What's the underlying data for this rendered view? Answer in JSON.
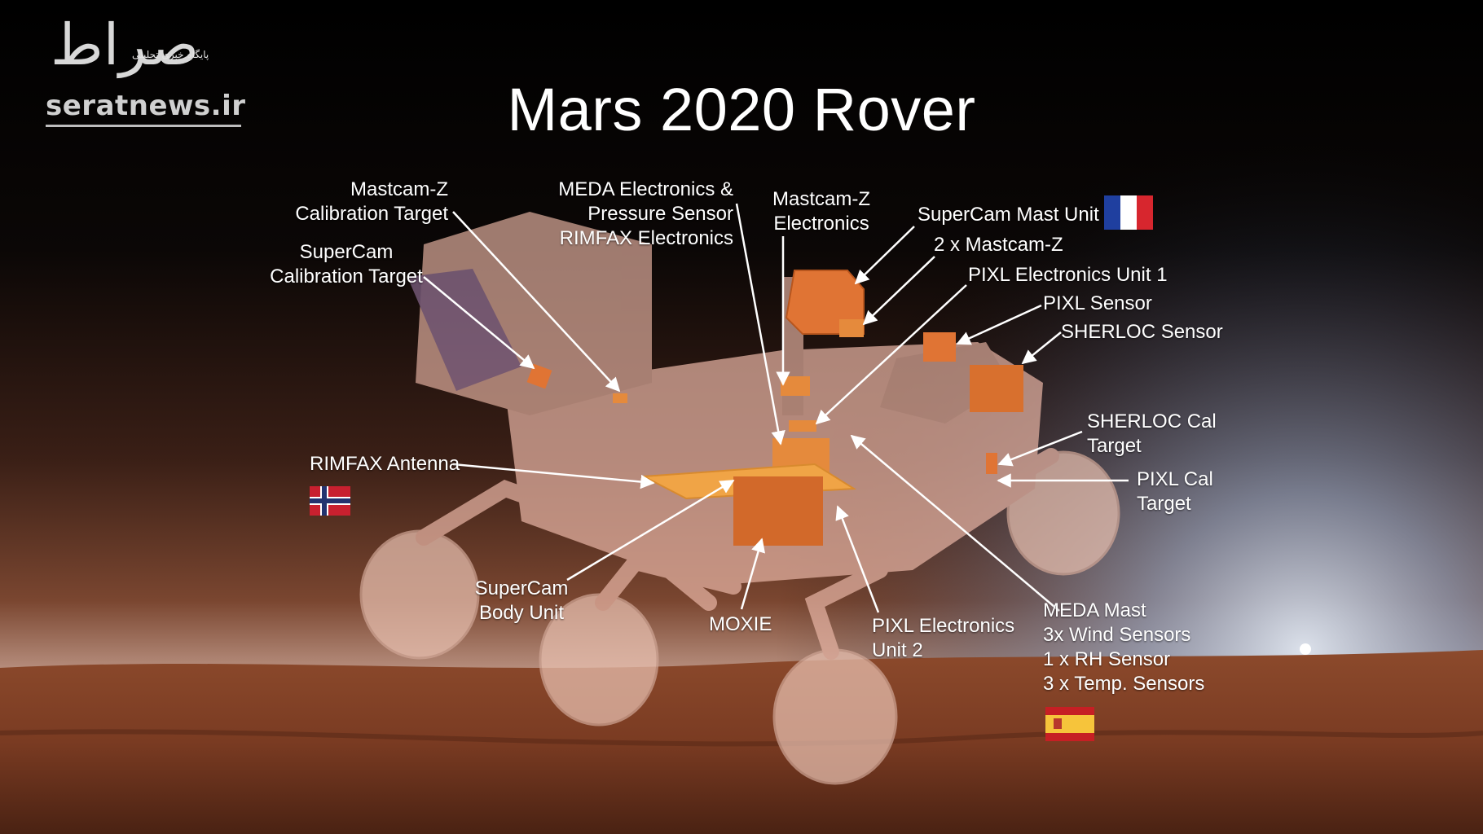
{
  "title": "Mars 2020 Rover",
  "watermark": {
    "glyph": "صراط",
    "subtitle": "پایگاه خبری تحلیلی",
    "site": "seratnews.ir"
  },
  "labels": {
    "mastcam_z_cal_target": [
      "Mastcam-Z",
      "Calibration Target"
    ],
    "supercam_cal_target": [
      "SuperCam",
      "Calibration Target"
    ],
    "meda_electronics": [
      "MEDA Electronics &",
      "Pressure Sensor",
      "RIMFAX Electronics"
    ],
    "mastcam_z_electronics": [
      "Mastcam-Z",
      "Electronics"
    ],
    "supercam_mast_unit": "SuperCam Mast Unit",
    "mastcam_z_2x": "2 x Mastcam-Z",
    "pixl_electronics_unit_1": "PIXL Electronics Unit 1",
    "pixl_sensor": "PIXL Sensor",
    "sherloc_sensor": "SHERLOC Sensor",
    "rimfax_antenna": "RIMFAX Antenna",
    "sherloc_cal_target": [
      "SHERLOC Cal",
      "Target"
    ],
    "pixl_cal_target": [
      "PIXL Cal",
      "Target"
    ],
    "supercam_body_unit": [
      "SuperCam",
      "Body Unit"
    ],
    "moxie": "MOXIE",
    "pixl_electronics_unit_2": [
      "PIXL Electronics",
      "Unit 2"
    ],
    "meda_mast": [
      "MEDA Mast",
      "3x Wind Sensors",
      "1 x RH Sensor",
      "3 x Temp. Sensors"
    ]
  },
  "flags": {
    "france": "France",
    "norway": "Norway",
    "spain": "Spain"
  },
  "colors": {
    "sky_top": "#000000",
    "sky_mid": "#3a1f16",
    "horizon": "#8a93a3",
    "ground": "#7a3b22",
    "rover_body": "#e6b3a3",
    "instrument": "#e0782e",
    "label": "#ffffff"
  }
}
